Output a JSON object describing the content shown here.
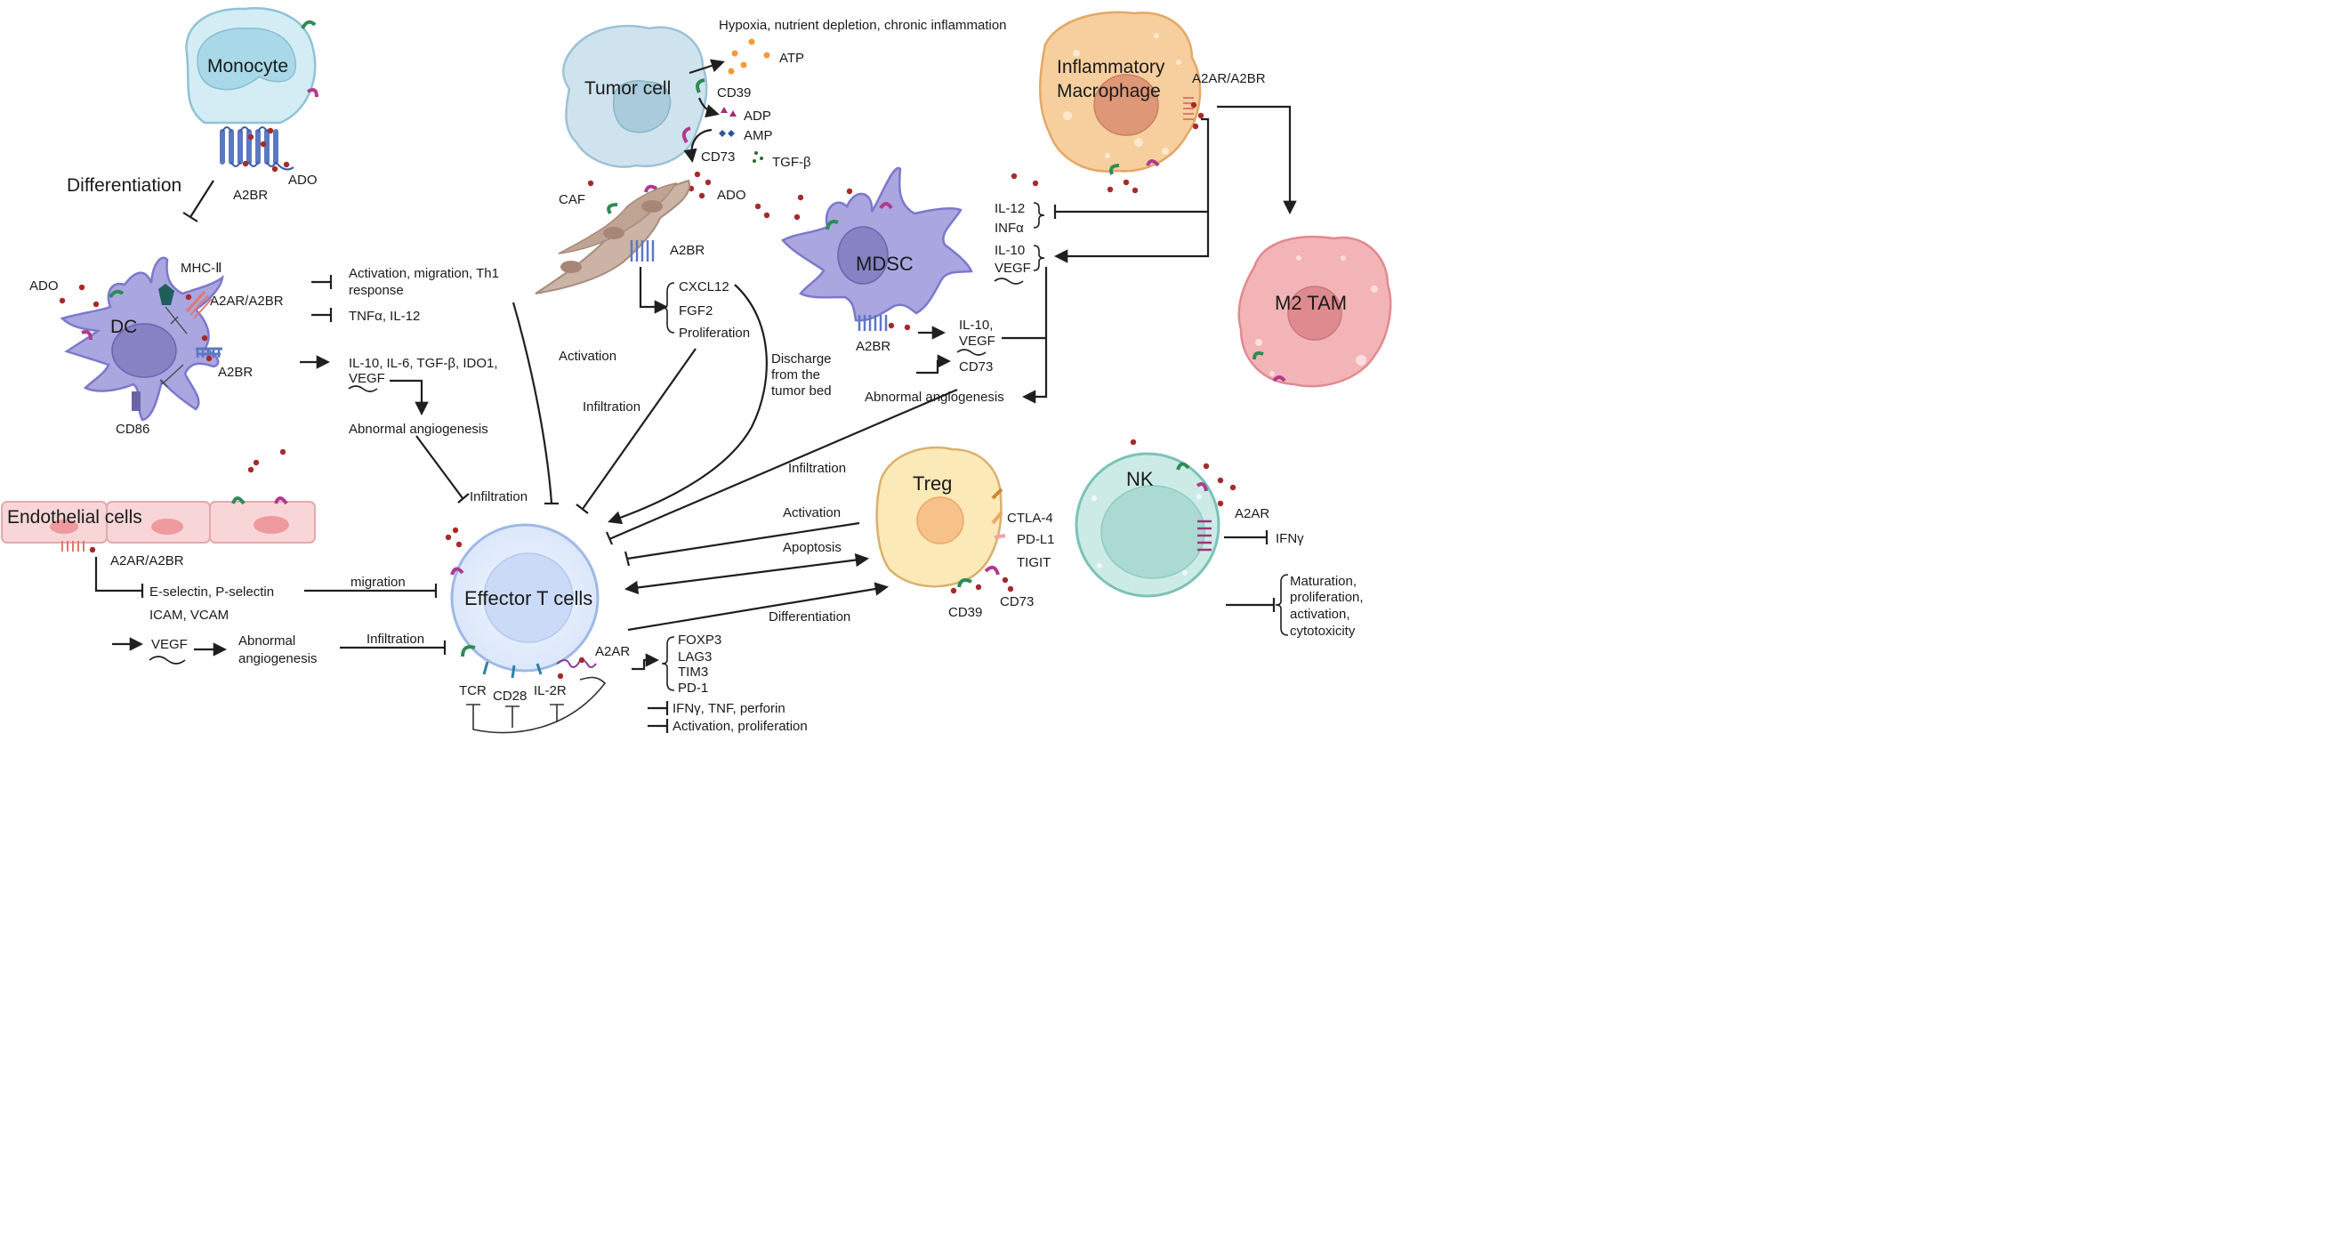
{
  "cells": {
    "monocyte": "Monocyte",
    "tumor": "Tumor cell",
    "inflammatory_macrophage": [
      "Inflammatory",
      "Macrophage"
    ],
    "dc": "DC",
    "mdsc": "MDSC",
    "m2_tam": "M2 TAM",
    "endothelial": "Endothelial cells",
    "treg": "Treg",
    "nk": "NK",
    "effector_t": "Effector T cells",
    "caf": "CAF"
  },
  "receptors": {
    "monocyte_a2br": "A2BR",
    "mono_ado": "ADO",
    "dc_mhc": "MHC-Ⅱ",
    "dc_a2ar_a2br": "A2AR/A2BR",
    "dc_a2br": "A2BR",
    "dc_cd86": "CD86",
    "dc_ado": "ADO",
    "caf_a2br": "A2BR",
    "tumor_cd39": "CD39",
    "tumor_cd73": "CD73",
    "macro_a2ar_a2br": "A2AR/A2BR",
    "mdsc_a2br": "A2BR",
    "endo_a2ar_a2br": "A2AR/A2BR",
    "treg_ctla4": "CTLA-4",
    "treg_pdl1": "PD-L1",
    "treg_tigit": "TIGIT",
    "treg_cd39": "CD39",
    "treg_cd73": "CD73",
    "nk_a2ar": "A2AR",
    "t_a2ar": "A2AR",
    "t_tcr": "TCR",
    "t_cd28": "CD28",
    "t_il2r": "IL-2R"
  },
  "molecules": {
    "hypoxia": "Hypoxia, nutrient depletion, chronic inflammation",
    "atp": "ATP",
    "adp": "ADP",
    "amp": "AMP",
    "tgfb_tumor": "TGF-β",
    "ado_tumor": "ADO"
  },
  "labels": {
    "differentiation_mono": "Differentiation",
    "dc_act_line1": "Activation, migration, Th1",
    "dc_act_line2": "response",
    "dc_tnf": "TNFα, IL-12",
    "dc_il10": "IL-10, IL-6, TGF-β, IDO1,",
    "dc_vegf": "VEGF",
    "dc_angio": "Abnormal angiogenesis",
    "activation_dc": "Activation",
    "infiltration_dc": "Infiltration",
    "caf_cxcl12": "CXCL12",
    "caf_fgf2": "FGF2",
    "caf_prolif": "Proliferation",
    "infiltration_caf": "Infiltration",
    "discharge_1": "Discharge",
    "discharge_2": "from the",
    "discharge_3": "tumor bed",
    "mac_il12": "IL-12",
    "mac_infa": "INFα",
    "mac_il10": "IL-10",
    "mac_vegf": "VEGF",
    "mdsc_il10": "IL-10,",
    "mdsc_vegf": "VEGF",
    "mdsc_cd73": "CD73",
    "mdsc_angio": "Abnormal angiogenesis",
    "infiltration_mdsc": "Infiltration",
    "treg_activation": "Activation",
    "treg_apoptosis": "Apoptosis",
    "treg_differentiation": "Differentiation",
    "nk_ifng": "IFNγ",
    "nk_out_1": "Maturation,",
    "nk_out_2": "proliferation,",
    "nk_out_3": "activation,",
    "nk_out_4": "cytotoxicity",
    "endo_selectin": "E-selectin, P-selectin",
    "endo_icam": "ICAM, VCAM",
    "endo_migration": "migration",
    "endo_vegf": "VEGF",
    "endo_angio_1": "Abnormal",
    "endo_angio_2": "angiogenesis",
    "endo_infiltration": "Infiltration",
    "t_foxp3": "FOXP3",
    "t_lag3": "LAG3",
    "t_tim3": "TIM3",
    "t_pd1": "PD-1",
    "t_ifng": "IFNγ, TNF, perforin",
    "t_activation": "Activation, proliferation"
  },
  "colors": {
    "monocyte_fill": "#d4edf5",
    "dc_fill": "#a9a6e0",
    "tumor_fill": "#cfe3ee",
    "caf_fill": "#cbb3a6",
    "macro_fill": "#f7cf9e",
    "mdsc_fill": "#a9a6e0",
    "m2_fill": "#f3b4b7",
    "endo_fill": "#f8d6d7",
    "treg_fill": "#fbe9b7",
    "nk_fill": "#cdebe6",
    "t_fill": "#e0ebfb",
    "ado": "#a52a2a",
    "atp": "#f29b38",
    "adp": "#a02f77",
    "amp": "#2f5597"
  }
}
